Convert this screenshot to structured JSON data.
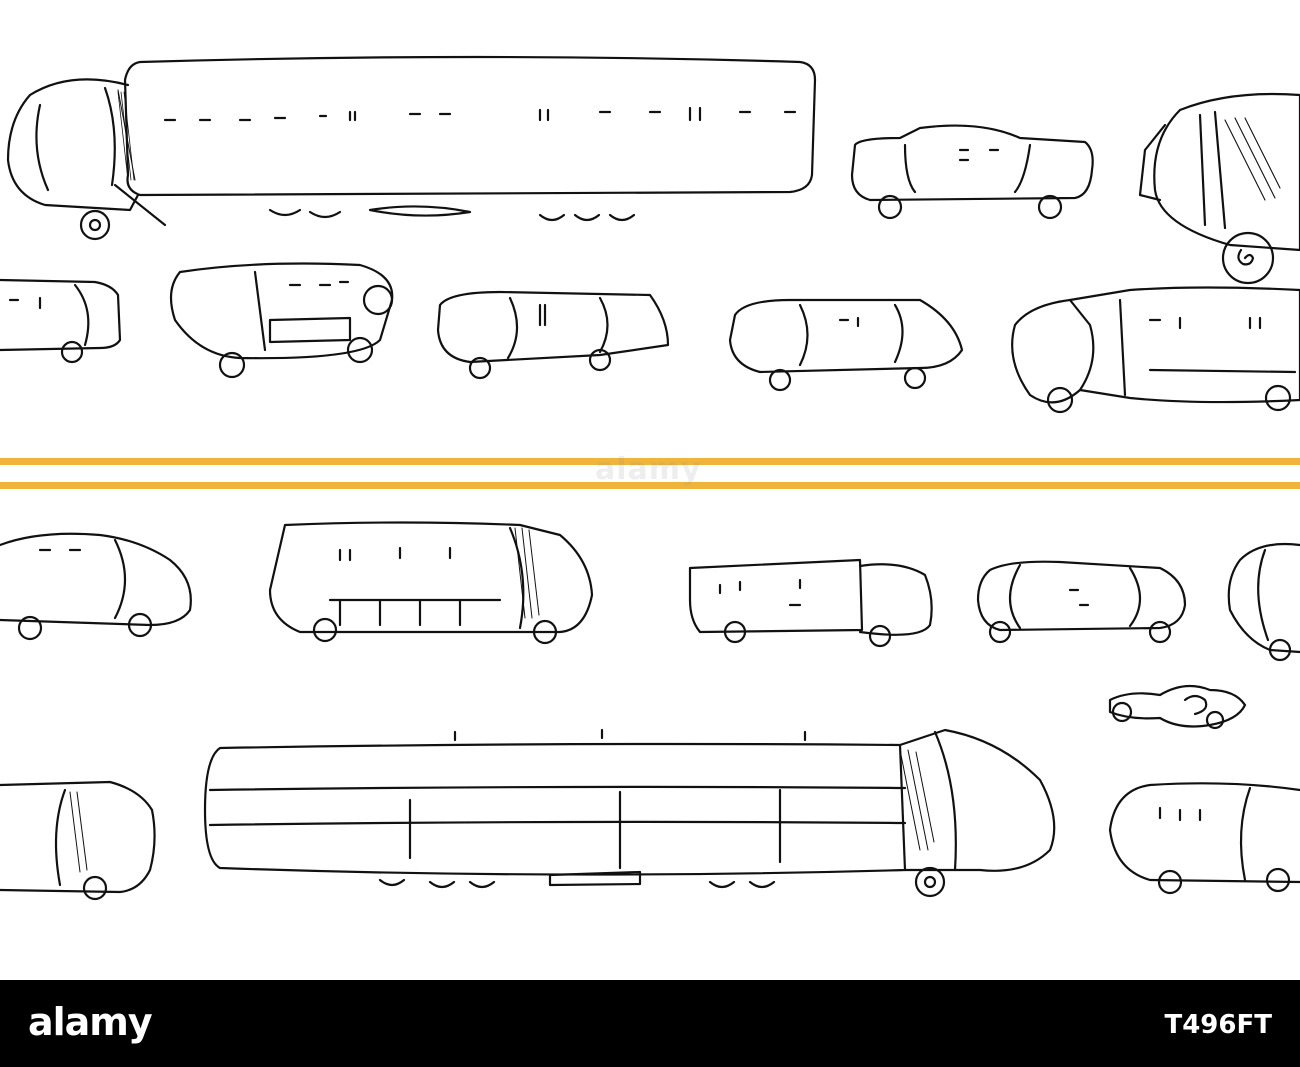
{
  "watermark": "alamy",
  "footer": {
    "logo": "alamy",
    "image_id": "T496FT"
  },
  "colors": {
    "stripe": "#F0B43A",
    "ink": "#111111",
    "paper": "#FFFFFF",
    "footer": "#000000"
  },
  "illustration": {
    "description_icons": [
      "semi-truck-icon",
      "car-icon",
      "bus-icon",
      "box-truck-icon",
      "motorcycle-icon",
      "tanker-truck-icon"
    ]
  }
}
